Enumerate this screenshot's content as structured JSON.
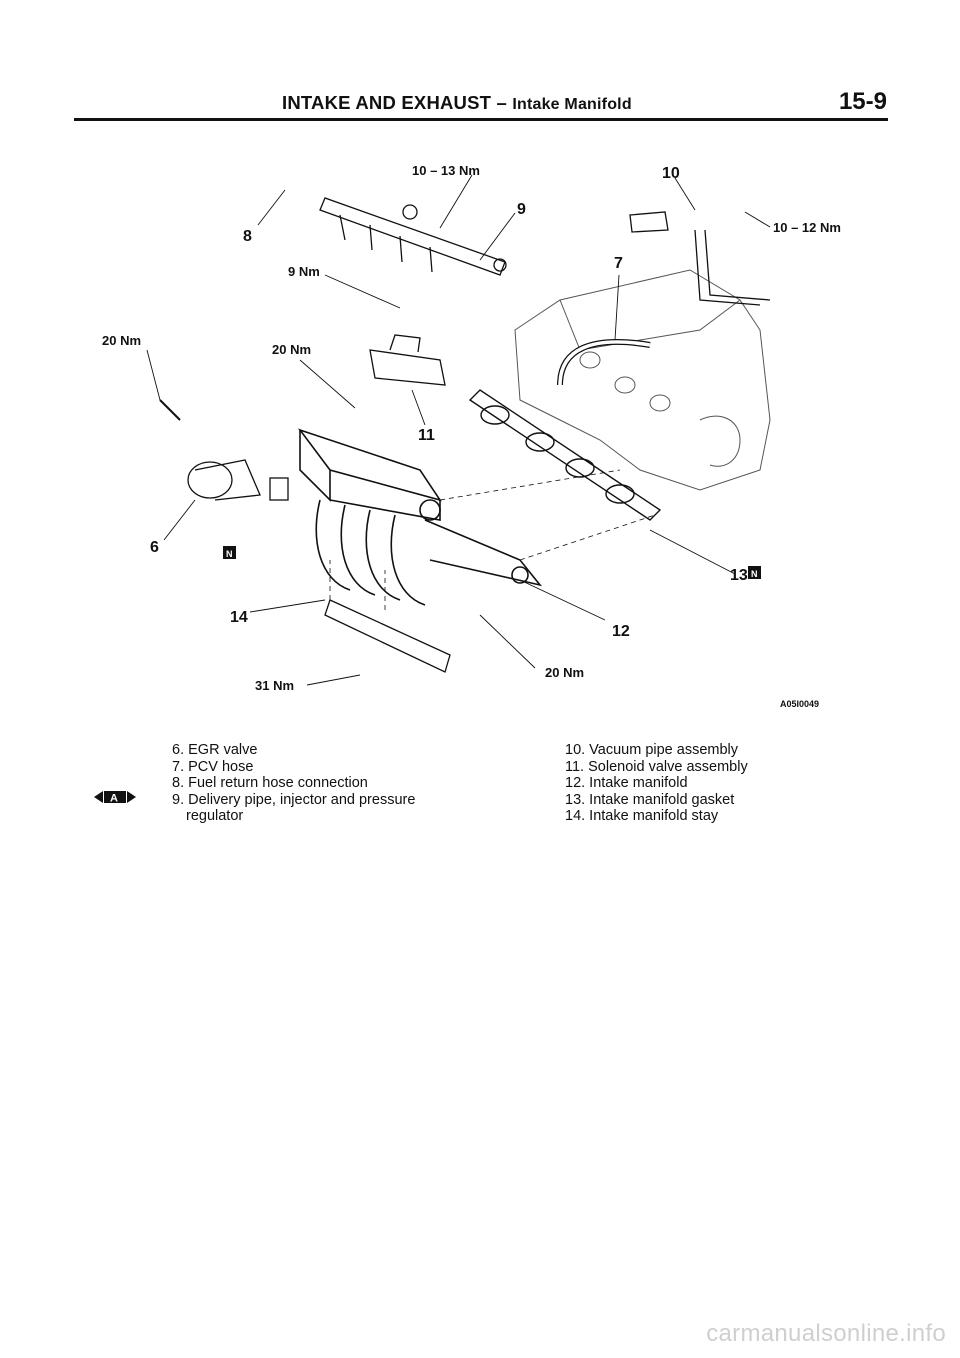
{
  "header": {
    "title_main": "INTAKE AND EXHAUST –",
    "title_sub": "Intake Manifold",
    "page_number": "15-9"
  },
  "figure": {
    "code": "A05I0049",
    "labels": {
      "t_10_13": "10 – 13 Nm",
      "t_10_12": "10 – 12 Nm",
      "t_9": "9 Nm",
      "t_20_a": "20 Nm",
      "t_20_b": "20 Nm",
      "t_20_c": "20 Nm",
      "t_31": "31 Nm",
      "n6": "6",
      "n7": "7",
      "n8": "8",
      "n9": "9",
      "n10": "10",
      "n11": "11",
      "n12": "12",
      "n13": "13",
      "n14": "14",
      "new_mark": "N"
    }
  },
  "legend": {
    "left": [
      {
        "text": "6. EGR valve"
      },
      {
        "text": "7. PCV hose"
      },
      {
        "text": "8. Fuel return hose connection"
      },
      {
        "text": "9. Delivery pipe, injector and pressure",
        "cont": "regulator"
      }
    ],
    "right": [
      {
        "text": "10. Vacuum pipe assembly"
      },
      {
        "text": "11. Solenoid valve assembly"
      },
      {
        "text": "12. Intake manifold"
      },
      {
        "text": "13. Intake manifold gasket"
      },
      {
        "text": "14. Intake manifold stay"
      }
    ],
    "marker": "A"
  },
  "footer": {
    "watermark": "carmanualsonline.info"
  }
}
